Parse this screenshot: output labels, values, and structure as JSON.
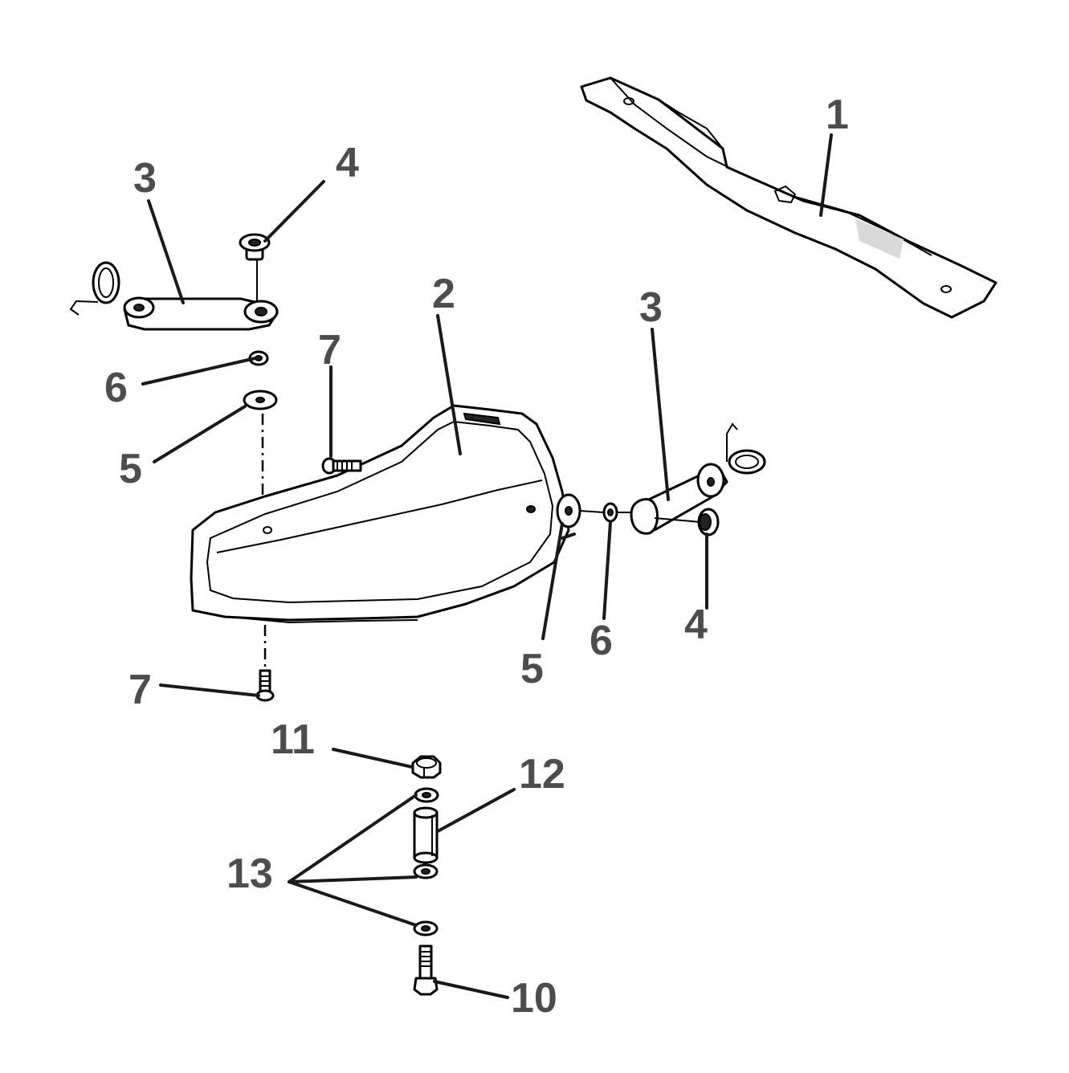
{
  "callouts": {
    "blade": "1",
    "chute": "2",
    "arm_left": "3",
    "arm_right": "3",
    "bushing_left": "4",
    "bushing_right": "4",
    "washer_left": "5",
    "washer_right": "5",
    "lockwasher_left": "6",
    "lockwasher_right": "6",
    "bolt_top": "7",
    "bolt_bottom": "7",
    "bolt_10": "10",
    "nut_11": "11",
    "spacer_12": "12",
    "washers_13": "13"
  },
  "colors": {
    "callout_text": "#4d4d4d",
    "line_art": "#000000",
    "background": "#ffffff"
  }
}
